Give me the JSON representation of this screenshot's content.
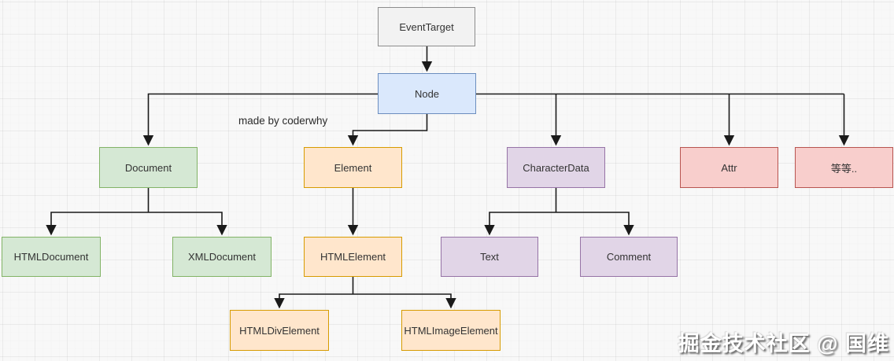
{
  "diagram": {
    "annotation": "made by coderwhy",
    "watermark": "掘金技术社区 @ 国维"
  },
  "palette": {
    "gray": {
      "fill": "#f2f2f2",
      "stroke": "#8c8c8c"
    },
    "blue": {
      "fill": "#dae8fc",
      "stroke": "#6c8ebf"
    },
    "green": {
      "fill": "#d5e8d4",
      "stroke": "#82b366"
    },
    "orange": {
      "fill": "#ffe6cc",
      "stroke": "#d79b00"
    },
    "purple": {
      "fill": "#e1d5e7",
      "stroke": "#9673a6"
    },
    "red": {
      "fill": "#f8cecc",
      "stroke": "#b85450"
    },
    "line": "#1a1a1a"
  },
  "nodes": [
    {
      "label": "EventTarget",
      "color": "gray"
    },
    {
      "label": "Node",
      "color": "blue"
    },
    {
      "label": "Document",
      "color": "green"
    },
    {
      "label": "Element",
      "color": "orange"
    },
    {
      "label": "CharacterData",
      "color": "purple"
    },
    {
      "label": "Attr",
      "color": "red"
    },
    {
      "label": "等等..",
      "color": "red"
    },
    {
      "label": "HTMLDocument",
      "color": "green"
    },
    {
      "label": "XMLDocument",
      "color": "green"
    },
    {
      "label": "HTMLElement",
      "color": "orange"
    },
    {
      "label": "Text",
      "color": "purple"
    },
    {
      "label": "Comment",
      "color": "purple"
    },
    {
      "label": "HTMLDivElement",
      "color": "orange"
    },
    {
      "label": "HTMLImageElement",
      "color": "orange"
    }
  ],
  "edges": [
    {
      "from": "EventTarget",
      "to": "Node"
    },
    {
      "from": "Node",
      "to": "Document"
    },
    {
      "from": "Node",
      "to": "Element"
    },
    {
      "from": "Node",
      "to": "CharacterData"
    },
    {
      "from": "Node",
      "to": "Attr"
    },
    {
      "from": "Node",
      "to": "等等.."
    },
    {
      "from": "Document",
      "to": "HTMLDocument"
    },
    {
      "from": "Document",
      "to": "XMLDocument"
    },
    {
      "from": "Element",
      "to": "HTMLElement"
    },
    {
      "from": "CharacterData",
      "to": "Text"
    },
    {
      "from": "CharacterData",
      "to": "Comment"
    },
    {
      "from": "HTMLElement",
      "to": "HTMLDivElement"
    },
    {
      "from": "HTMLElement",
      "to": "HTMLImageElement"
    }
  ]
}
